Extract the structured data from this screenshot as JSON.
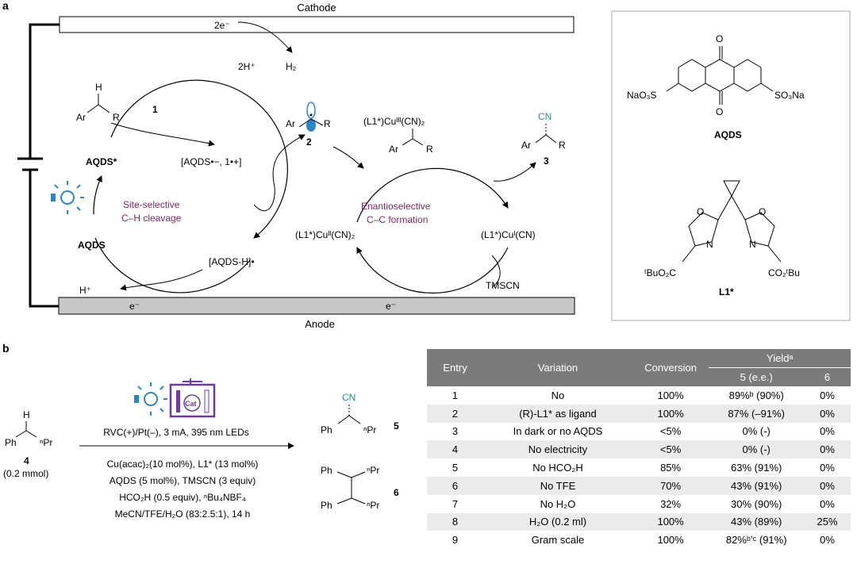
{
  "panel_a": {
    "label": "a",
    "cathode": {
      "label": "Cathode",
      "electrons": "2e⁻",
      "protons": "2H⁺",
      "h2": "H₂"
    },
    "anode": {
      "label": "Anode",
      "electron1": "e⁻",
      "electron2": "e⁻"
    },
    "substrate": {
      "h": "H",
      "ar": "Ar",
      "r": "R",
      "number": "1"
    },
    "cycle1": {
      "title_line1": "Site-selective",
      "title_line2": "C–H cleavage",
      "aqds_star": "AQDS*",
      "radical_pair": "[AQDS•−, 1•+]",
      "aqds_h": "[AQDS-H]•",
      "aqds": "AQDS",
      "h_plus": "H⁺",
      "light_icon": "light-bulb-icon"
    },
    "radical": {
      "ar": "Ar",
      "r": "R",
      "number": "2"
    },
    "cycle2": {
      "title_line1": "Enantioselective",
      "title_line2": "C–C formation",
      "cu3": "(L1*)Cuᴵᴵᴵ(CN)₂",
      "cu3_ar": "Ar",
      "cu3_r": "R",
      "cu2": "(L1*)Cuᴵᴵ(CN)₂",
      "cu1": "(L1*)Cuᴵ(CN)",
      "tmscn": "TMSCN"
    },
    "product3": {
      "cn": "CN",
      "ar": "Ar",
      "r": "R",
      "number": "3"
    }
  },
  "structures": {
    "aqds": {
      "oxo": "O",
      "left_group": "NaO₃S",
      "right_group": "SO₃Na",
      "name": "AQDS"
    },
    "ligand": {
      "o": "O",
      "n": "N",
      "left_ester": "ᵗBuO₂C",
      "right_ester": "CO₂ᵗBu",
      "name": "L1*"
    }
  },
  "panel_b": {
    "label": "b",
    "substrate": {
      "h": "H",
      "ph": "Ph",
      "npr": "ⁿPr",
      "number": "4",
      "amount": "(0.2 mmol)"
    },
    "cat_label": "Cat",
    "conditions_top": "RVC(+)/Pt(–), 3 mA, 395 nm LEDs",
    "conditions": [
      "Cu(acac)₂(10 mol%), L1* (13 mol%)",
      "AQDS (5 mol%), TMSCN (3 equiv)",
      "HCO₂H (0.5 equiv), ⁿBu₄NBF₄",
      "MeCN/TFE/H₂O (83:2.5:1), 14 h"
    ],
    "product5": {
      "cn": "CN",
      "ph": "Ph",
      "npr": "ⁿPr",
      "number": "5"
    },
    "product6": {
      "ph1": "Ph",
      "ph2": "Ph",
      "npr1": "ⁿPr",
      "npr2": "ⁿPr",
      "number": "6"
    }
  },
  "table": {
    "headers": {
      "entry": "Entry",
      "variation": "Variation",
      "conversion": "Conversion",
      "yield": "Yieldᵃ",
      "col5": "5 (e.e.)",
      "col6": "6"
    },
    "rows": [
      {
        "entry": "1",
        "variation": "No",
        "conversion": "100%",
        "yield5": "89%ᵇ (90%)",
        "yield6": "0%"
      },
      {
        "entry": "2",
        "variation": "(R)-L1* as ligand",
        "conversion": "100%",
        "yield5": "87% (–91%)",
        "yield6": "0%"
      },
      {
        "entry": "3",
        "variation": "In dark or no AQDS",
        "conversion": "<5%",
        "yield5": "0% (-)",
        "yield6": "0%"
      },
      {
        "entry": "4",
        "variation": "No electricity",
        "conversion": "<5%",
        "yield5": "0% (-)",
        "yield6": "0%"
      },
      {
        "entry": "5",
        "variation": "No HCO₂H",
        "conversion": "85%",
        "yield5": "63% (91%)",
        "yield6": "0%"
      },
      {
        "entry": "6",
        "variation": "No TFE",
        "conversion": "70%",
        "yield5": "43% (91%)",
        "yield6": "0%"
      },
      {
        "entry": "7",
        "variation": "No H₂O",
        "conversion": "32%",
        "yield5": "30% (90%)",
        "yield6": "0%"
      },
      {
        "entry": "8",
        "variation": "H₂O (0.2 ml)",
        "conversion": "100%",
        "yield5": "43% (89%)",
        "yield6": "25%"
      },
      {
        "entry": "9",
        "variation": "Gram scale",
        "conversion": "100%",
        "yield5": "82%ᵇʼᶜ (91%)",
        "yield6": "0%"
      }
    ]
  },
  "colors": {
    "teal": "#1f8f94",
    "purple": "#7a2a63",
    "blue": "#2a86c9",
    "violet": "#6d3aa0",
    "anode_fill": "#c8c8c8",
    "table_header": "#7b7b7b",
    "row_alt": "#ebebeb"
  }
}
